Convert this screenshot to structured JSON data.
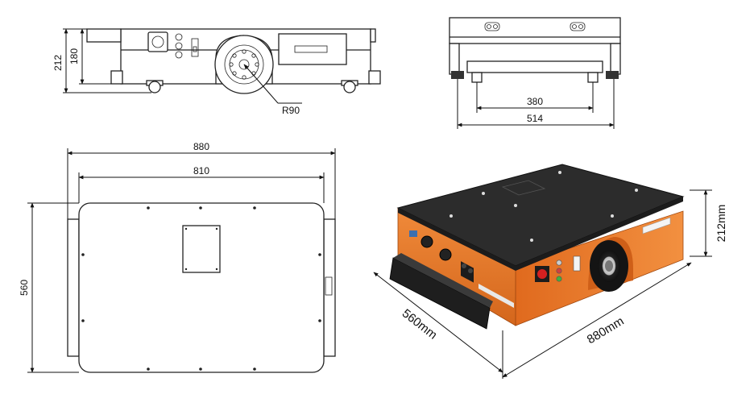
{
  "views": {
    "side": {
      "dim_height_total": "212",
      "dim_height_body": "180",
      "dim_wheel_radius": "R90"
    },
    "front": {
      "dim_inner_width": "380",
      "dim_outer_width": "514"
    },
    "top": {
      "dim_length_total": "880",
      "dim_length_body": "810",
      "dim_width": "560"
    },
    "iso": {
      "dim_height": "212mm",
      "dim_width": "560mm",
      "dim_length": "880mm"
    }
  },
  "colors": {
    "body_orange": "#e8782a",
    "top_plate": "#2a2a2a",
    "bumper": "#1e1e1e",
    "estop_red": "#d42020"
  }
}
